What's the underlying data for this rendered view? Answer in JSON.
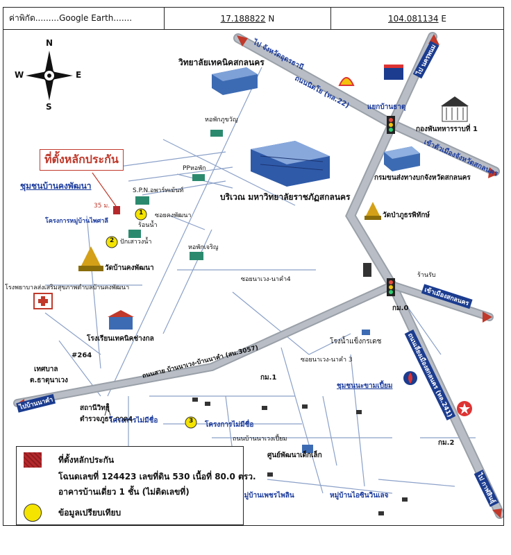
{
  "header": {
    "coord_label": "ค่าพิกัด.........Google Earth.......",
    "lat_value": "17.188822",
    "lat_unit": "N",
    "lon_value": "104.081134",
    "lon_unit": "E"
  },
  "compass": {
    "n": "N",
    "s": "S",
    "w": "W",
    "e": "E"
  },
  "site_label": "ที่ตั้งหลักประกัน",
  "places": {
    "tech_college": "วิทยาลัยเทคนิคสกลนคร",
    "rajabhat": "บริเวณ มหาวิทยาลัยราชภัฏสกลนคร",
    "army": "กองพันทหารราบที่ 1",
    "transport": "กรมขนส่งทางบกจังหวัดสกลนคร",
    "temple_pa": "วัดป่าภูธรพิทักษ์",
    "temple_ban": "วัดบ้านคงพัฒนา",
    "community": "ชุมชนบ้านคงพัฒนา",
    "hospital": "โรงพยาบาลส่งเสริมสุขภาพตำบลบ้านคงพัฒนา",
    "school": "โรงเรียนเทคนิคช่างกล",
    "municipality": "เทศบาล",
    "subdistrict": "ต.ธาตุนาเวง",
    "radio": "สถานีวิทยุ",
    "police": "ตำรวจภูธร ภาค4",
    "ice_factory": "โรงน้ำแข็งกรเดช",
    "community2": "ชุมชนนะขามเปี้ยม",
    "childcare": "ศูนย์พัฒนาเด็กเล็ก",
    "village1": "หมู่บ้านเพชรไพลิน",
    "village2": "หมู่บ้านไอซินวินเลจ",
    "project1": "โครงการไม่มีชื่อ",
    "project2": "โครงการไม่มีชื่อ",
    "project_site": "โครงการหมู่บ้านไพศาลี",
    "spn": "S.P.N.อพาร์ทเม้นท์",
    "pp": "PPหอพัก",
    "dorm1": "หอพักภูขวัญ",
    "dorm2": "หอพักเจริญ",
    "rond": "ร้อนน้ำ",
    "dongcut": "ปักเสาวงน้ำ",
    "lamp": "แยกบ้านธาตุ",
    "shop": "ร้านรับ",
    "km0": "กม.0",
    "km1": "กม.1",
    "km2": "กม.2",
    "number264": "#264",
    "dist35": "35 ม.",
    "num3": "3",
    "num1": "1",
    "num2": "2"
  },
  "roads": {
    "to_udon": "ไป จังหวัดอุดรธานี",
    "nittayo": "ถนนนิตโย (ทล.22)",
    "to_nakhon_phanom": "ไป นครพนม",
    "into_city": "เข้าตัวเมืองจังหวัดสกลนคร",
    "to_city": "เข้าเมืองสกลนคร",
    "bypass": "ถนนเลี่ยงเมืองสกลนคร (ทล.241)",
    "to_kalasin": "ไป กาฬสินธุ์",
    "road_tao": "ถนนสาย บ้านนาเวง-บ้านนาคำ (สน.3057)",
    "to_nakham": "ไปบ้านนาคำ",
    "soi_kongpattana": "ซอยคงพัฒนา",
    "soi_nawaeng": "ซอยนาเวง-นาคำ4",
    "soi_nawaeng3": "ซอยนาเวง-นาคำ 3",
    "road_nawaeng": "ถนนบ้านนาเวงเปี้ยม"
  },
  "legend": {
    "title": "ที่ตั้งหลักประกัน",
    "line1": "โฉนดเลขที่ 124423 เลขที่ดิน 530 เนื้อที่ 80.0 ตรว.",
    "line2": "อาคารบ้านเดี่ยว 1 ชั้น  (ไม่ติดเลขที่)",
    "compare": "ข้อมูลเปรียบเทียบ",
    "site_color": "#b5292c",
    "compare_color": "#f5e400"
  }
}
